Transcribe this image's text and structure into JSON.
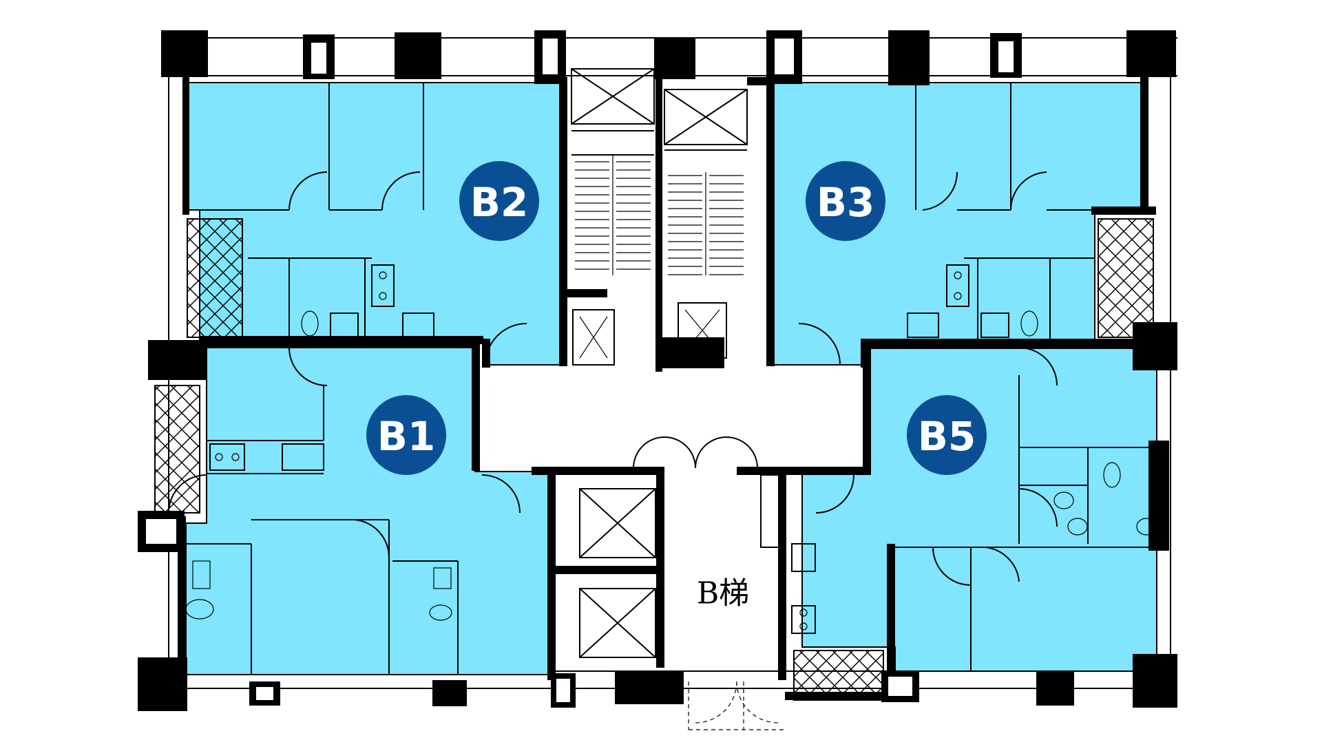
{
  "units": [
    {
      "id": "B2",
      "label": "B2"
    },
    {
      "id": "B3",
      "label": "B3"
    },
    {
      "id": "B1",
      "label": "B1"
    },
    {
      "id": "B5",
      "label": "B5"
    }
  ],
  "stair": {
    "label": "B梯"
  },
  "colors": {
    "unit_fill": "#80e5fd",
    "badge": "#0a4f94",
    "walls": "#000000"
  }
}
